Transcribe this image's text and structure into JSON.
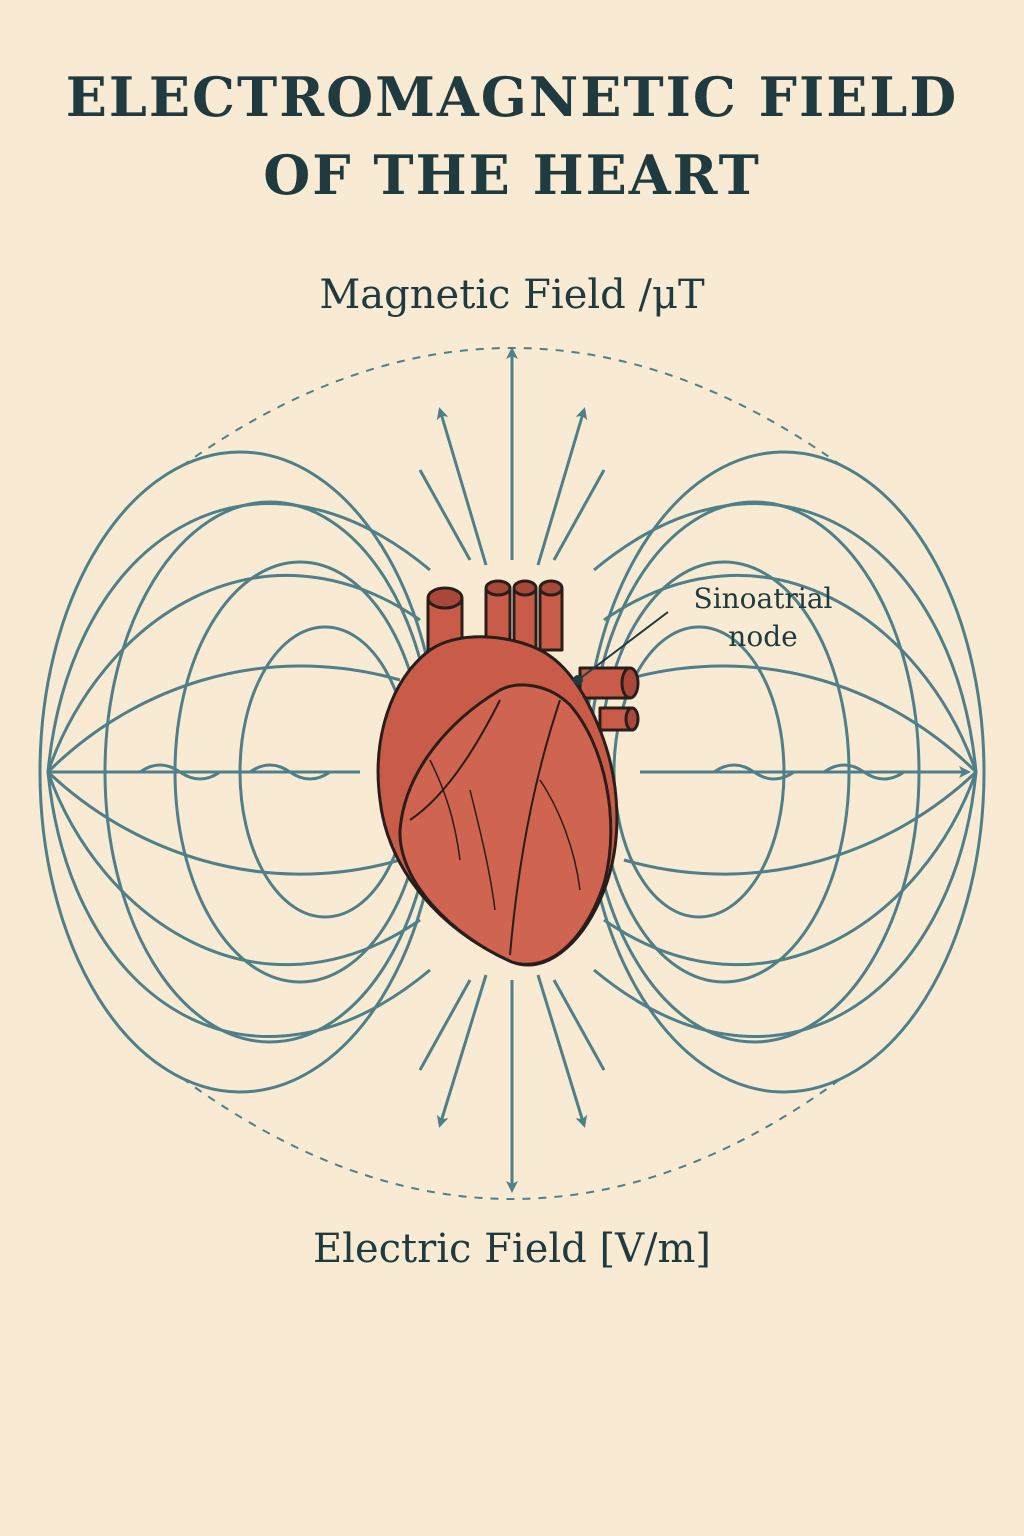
{
  "title": {
    "line1": "ELECTROMAGNETIC FIELD",
    "line2": "OF THE HEART"
  },
  "labels": {
    "magnetic_field": "Magnetic Field /μT",
    "electric_field": "Electric Field [V/m]",
    "sinoatrial_line1": "Sinoatrial",
    "sinoatrial_line2": "node"
  },
  "colors": {
    "background": "#f8ead3",
    "field_lines": "#4f7f88",
    "heart": "#c95c48",
    "text": "#1f3b3f"
  }
}
